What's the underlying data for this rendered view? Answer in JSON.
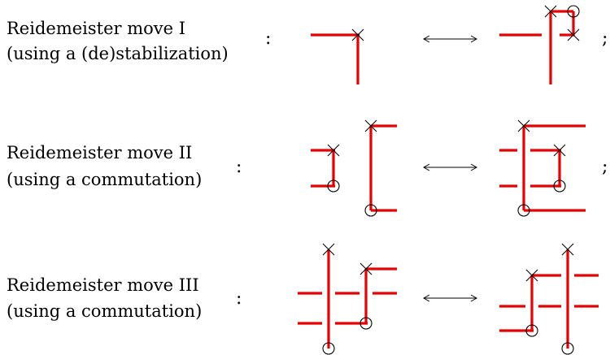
{
  "rows": [
    {
      "label_line1": "Reidemeister move I",
      "label_line2": "(using a (de)stabilization)",
      "colon": ":",
      "terminator": ";"
    },
    {
      "label_line1": "Reidemeister move II",
      "label_line2": "(using a commutation)",
      "colon": ":",
      "terminator": ";"
    },
    {
      "label_line1": "Reidemeister move III",
      "label_line2": "(using a commutation)",
      "colon": ":",
      "terminator": ""
    }
  ],
  "colors": {
    "strand": "#e60000",
    "marker": "#000000"
  },
  "marker_symbols": {
    "x_marker": "x-marker-icon",
    "o_marker": "o-marker-icon",
    "equivalence_arrow": "double-arrow-icon"
  }
}
